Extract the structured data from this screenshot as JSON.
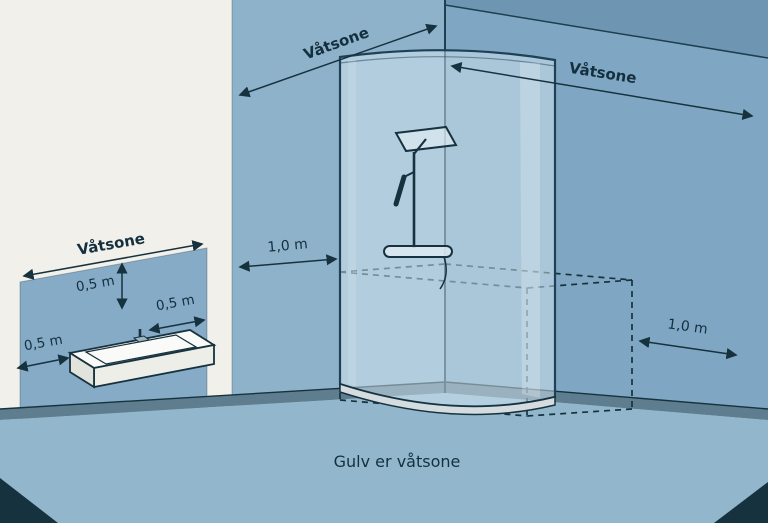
{
  "diagram": {
    "floor_note": "Gulv er våtsone",
    "wet_zone_labels": {
      "left_wall": "Våtsone",
      "right_wall": "Våtsone",
      "basin_wall": "Våtsone"
    },
    "dimensions": {
      "left_wall_width": "1,0 m",
      "right_wall_width": "1,0 m",
      "basin_above": "0,5 m",
      "basin_left": "0,5 m",
      "basin_right": "0,5 m"
    },
    "colors": {
      "wall_neutral": "#f2f0ea",
      "left_wall_wet_zone": "#8fb2cb",
      "right_wall_wet_zone": "#7fa7c3",
      "right_wall_top_edge": "#6e96b2",
      "basin_wet_zone": "#86abc6",
      "floor": "#92b7cd",
      "skirting": "#5e7d8e",
      "outline": "#17323f",
      "glass_tint": "#d5e7f1"
    }
  }
}
